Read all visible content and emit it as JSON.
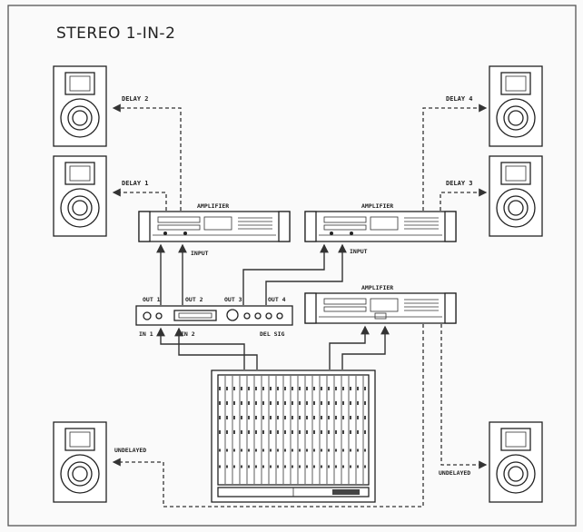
{
  "title": "STEREO 1-IN-2",
  "speakers": {
    "delay_2": "DELAY 2",
    "delay_1": "DELAY 1",
    "delay_4": "DELAY 4",
    "delay_3": "DELAY 3",
    "undelayed_left": "UNDELAYED",
    "undelayed_right": "UNDELAYED"
  },
  "amplifiers": {
    "left": "AMPLIFIER",
    "right": "AMPLIFIER",
    "main": "AMPLIFIER"
  },
  "inputs": {
    "left": "INPUT",
    "right": "INPUT"
  },
  "delay_unit": {
    "out_1": "OUT 1",
    "out_2": "OUT 2",
    "out_3": "OUT 3",
    "out_4": "OUT 4",
    "in_1": "IN 1",
    "in_2": "IN 2",
    "del_sig": "DEL SIG"
  }
}
